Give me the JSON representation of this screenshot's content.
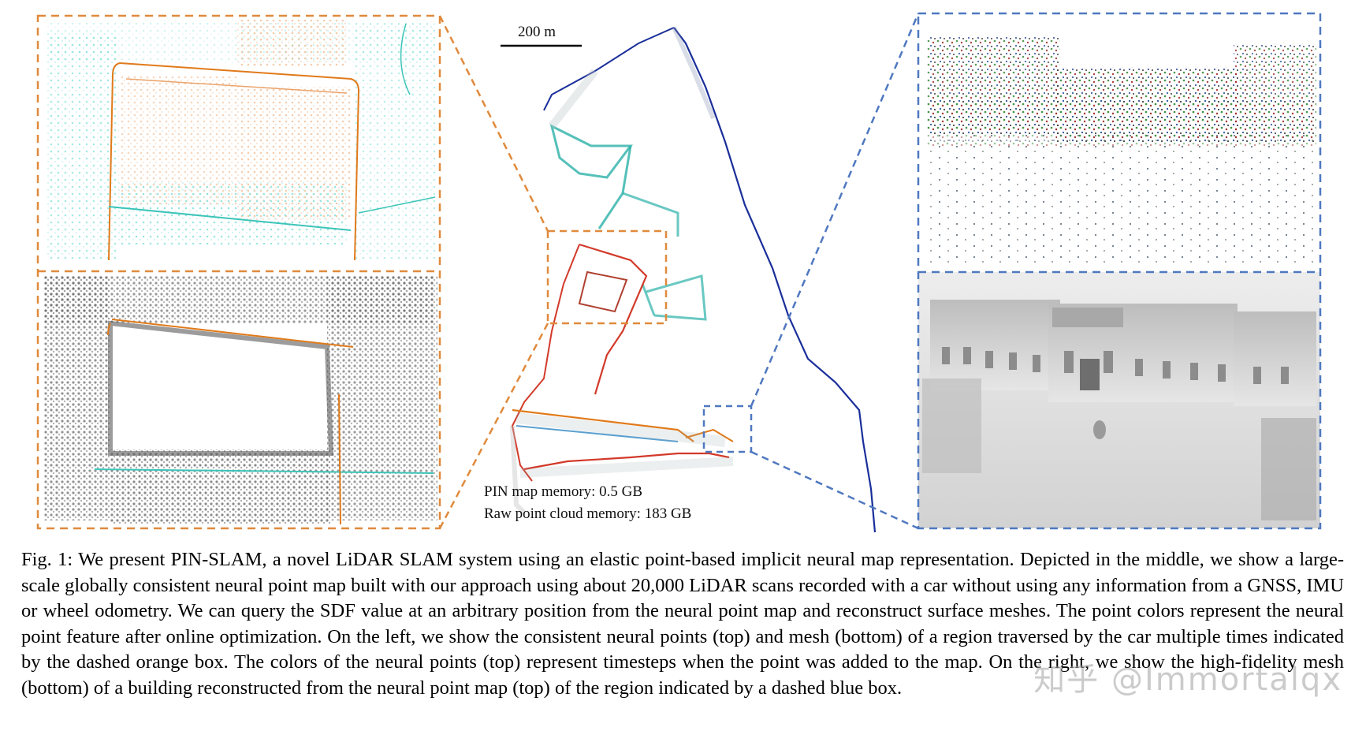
{
  "scale_bar": {
    "label": "200 m"
  },
  "memory": {
    "pin_map": "PIN map memory: 0.5 GB",
    "raw_cloud": "Raw point cloud memory: 183 GB"
  },
  "caption": "Fig. 1: We present PIN-SLAM, a novel LiDAR SLAM system using an elastic point-based implicit neural map representation. Depicted in the middle, we show a large-scale globally consistent neural point map built with our approach using about 20,000 LiDAR scans recorded with a car without using any information from a GNSS, IMU or wheel odometry. We can query the SDF value at an arbitrary position from the neural point map and reconstruct surface meshes. The point colors represent the neural point feature after online optimization. On the left, we show the consistent neural points (top) and mesh (bottom) of a region traversed by the car multiple times indicated by the dashed orange box. The colors of the neural points (top) represent timesteps when the point was added to the map. On the right, we show the high-fidelity mesh (bottom) of a building reconstructed from the neural point map (top) of the region indicated by a dashed blue box.",
  "watermark": "知乎 @Immortalqx",
  "colors": {
    "orange_box": "#e08a3c",
    "blue_box": "#4f78c0",
    "trajectory_blue": "#1a2f9a",
    "trajectory_red": "#d23a2a",
    "trajectory_orange": "#e07a1a",
    "cyan_points": "#5fd8d8",
    "mesh_gray": "#8a8a8a"
  }
}
